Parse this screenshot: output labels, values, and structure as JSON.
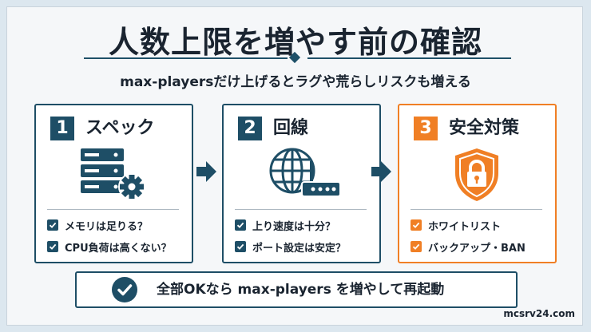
{
  "title": "人数上限を増やす前の確認",
  "subtitle": "max-playersだけ上げるとラグや荒らしリスクも増える",
  "colors": {
    "navy": "#1e4e66",
    "orange": "#f07f25",
    "text": "#1a2430"
  },
  "cards": [
    {
      "number": "1",
      "title": "スペック",
      "icon": "server-gear-icon",
      "items": [
        "メモリは足りる？",
        "CPU負荷は高くない？"
      ]
    },
    {
      "number": "2",
      "title": "回線",
      "icon": "globe-router-icon",
      "items": [
        "上り速度は十分？",
        "ポート設定は安定？"
      ]
    },
    {
      "number": "3",
      "title": "安全対策",
      "icon": "shield-lock-icon",
      "items": [
        "ホワイトリスト",
        "バックアップ・BAN"
      ]
    }
  ],
  "bottom": {
    "text": "全部OKなら max-players を増やして再起動",
    "icon": "check-circle-icon"
  },
  "footer": "mcsrv24.com"
}
